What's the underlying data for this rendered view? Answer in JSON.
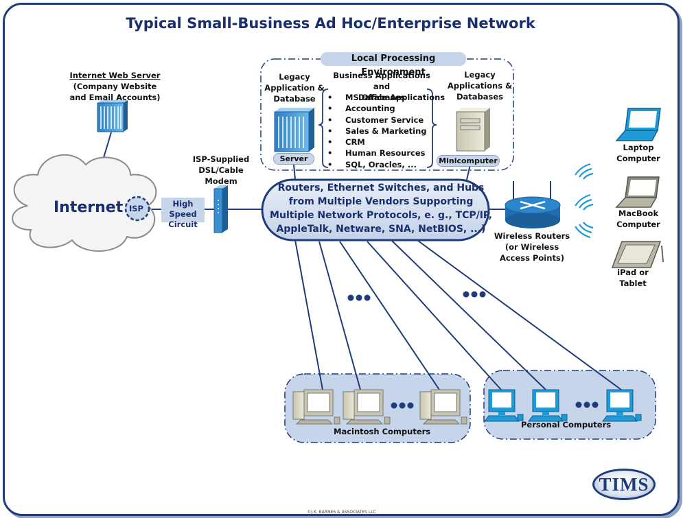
{
  "title": "Typical Small-Business Ad Hoc/Enterprise Network",
  "web_server": {
    "heading": "Internet Web Server",
    "subtitle_line1": "(Company Website",
    "subtitle_line2": "and Email Accounts)"
  },
  "internet": {
    "label": "Internet",
    "isp": "ISP"
  },
  "circuit": {
    "line1": "High Speed",
    "line2": "Circuit"
  },
  "modem": {
    "line1": "ISP-Supplied",
    "line2": "DSL/Cable",
    "line3": "Modem"
  },
  "local_env": {
    "title": "Local Processing Environment",
    "legacy_left": {
      "line1": "Legacy",
      "line2": "Application &",
      "line3": "Database",
      "tag": "Server"
    },
    "business": {
      "line1": "Business Applications and",
      "line2": "Databases",
      "items": [
        "MS Office Applications",
        "Accounting",
        "Customer Service",
        "Sales & Marketing",
        "CRM",
        "Human Resources",
        "SQL, Oracles, ..."
      ]
    },
    "legacy_right": {
      "line1": "Legacy",
      "line2": "Applications &",
      "line3": "Databases",
      "tag": "Minicomputer"
    }
  },
  "hub": {
    "line1": "Routers, Ethernet Switches, and Hubs",
    "line2": "from Multiple Vendors Supporting",
    "line3": "Multiple Network Protocols, e. g., TCP/IP,",
    "line4": "AppleTalk, Netware, SNA, NetBIOS, ...)"
  },
  "wireless_router": {
    "line1": "Wireless Routers",
    "line2": "(or Wireless",
    "line3": "Access Points)"
  },
  "devices": {
    "laptop": {
      "line1": "Laptop",
      "line2": "Computer"
    },
    "macbook": {
      "line1": "MacBook",
      "line2": "Computer"
    },
    "ipad": {
      "line1": "iPad or",
      "line2": "Tablet"
    }
  },
  "groups": {
    "mac": "Macintosh Computers",
    "pc": "Personal Computers"
  },
  "logo": "TIMS",
  "copyright": "©J.K. BARNES & ASSOCIATES LLC",
  "colors": {
    "navy": "#1a2f6e",
    "link": "#1f3c7a",
    "pale_blue": "#c7d5ea",
    "device_blue": "#1e9bd7"
  }
}
